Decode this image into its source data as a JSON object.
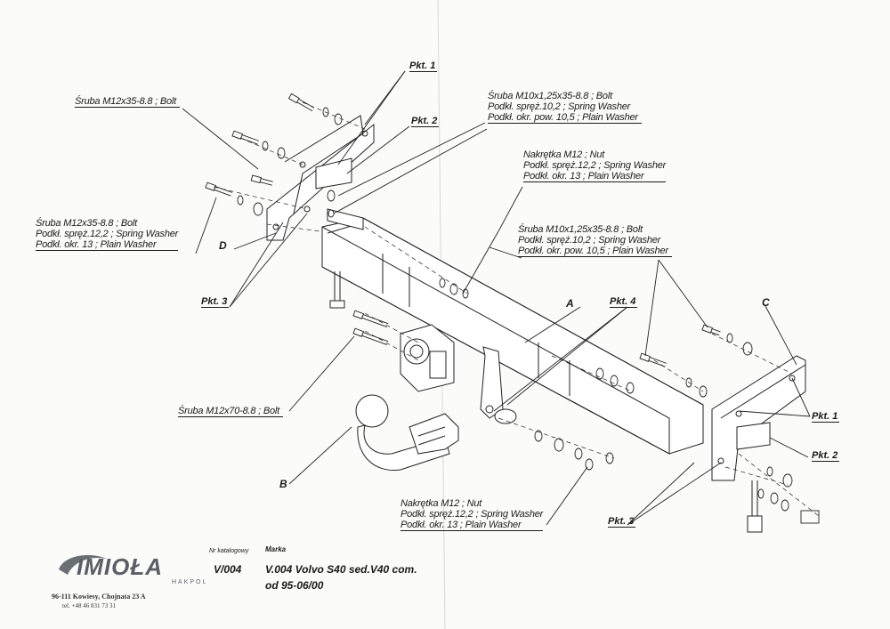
{
  "labels": {
    "screw_top_left": "Śruba M12x35-8.8 ;  Bolt",
    "screw_left": [
      "Śruba M12x35-8.8 ;  Bolt",
      "Podkł. spręż.12,2 ; Spring Washer",
      "Podkł. okr. 13 ; Plain Washer"
    ],
    "screw_top_center": [
      "Śruba M10x1,25x35-8.8 ;  Bolt",
      "Podkł. spręż.10,2 ; Spring Washer",
      "Podkł. okr. pow. 10,5 ; Plain Washer"
    ],
    "nut_top": [
      "Nakrętka  M12 ;  Nut",
      "Podkł. spręż.12,2 ; Spring Washer",
      "Podkł. okr. 13 ; Plain Washer"
    ],
    "screw_right": [
      "Śruba M10x1,25x35-8.8 ;  Bolt",
      "Podkł. spręż.10,2 ; Spring Washer",
      "Podkł. okr. pow. 10,5 ; Plain Washer"
    ],
    "screw_ball": "Śruba M12x70-8.8 ;  Bolt",
    "nut_bottom": [
      "Nakrętka  M12 ;  Nut",
      "Podkł. spręż.12,2 ; Spring Washer",
      "Podkł. okr. 13 ; Plain Washer"
    ]
  },
  "pkt": {
    "p1_top": "Pkt. 1",
    "p2_top": "Pkt. 2",
    "p3_left": "Pkt. 3",
    "p4": "Pkt. 4",
    "p1_right": "Pkt. 1",
    "p2_right": "Pkt. 2",
    "p3_bottom": "Pkt. 3"
  },
  "letters": {
    "a": "A",
    "b": "B",
    "c": "C",
    "d": "D"
  },
  "footer": {
    "brand": "IMIOŁA",
    "brand_sub": "HAKPOL",
    "address": "96-111 Kowiesy, Chojnata 23 A",
    "phone": "tel. +48 46 831 73 31",
    "catalog_header": "Nr katalogowy",
    "make_header": "Marka",
    "catalog_no": "V/004",
    "model": "V.004 Volvo S40 sed.V40 com.",
    "years": "od  95-06/00"
  }
}
